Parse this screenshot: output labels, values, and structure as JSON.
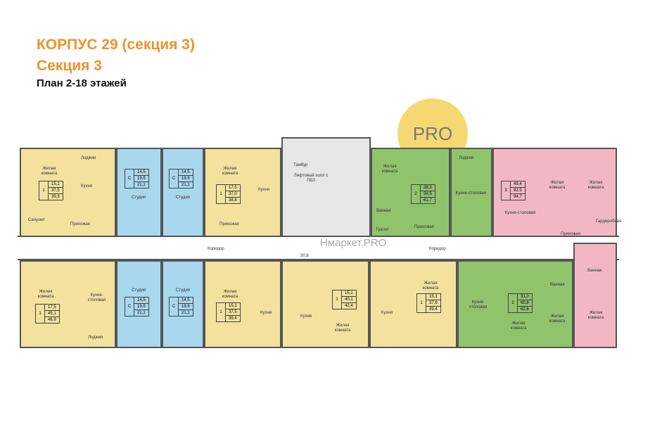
{
  "header": {
    "title": "КОРПУС 29 (секция 3)",
    "section": "Секция 3",
    "plan": "План 2-18 этажей"
  },
  "watermark": {
    "badge": "PRO",
    "text": "Нмаркет.PRO"
  },
  "colors": {
    "title": "#f0912c",
    "one_room": "#f3e29e",
    "studio": "#a8d7ee",
    "two_room": "#8fc46c",
    "three_room": "#f2b7c5"
  },
  "core": {
    "tambur": "Тамбур",
    "lift_hall": "Лифтовый холл с ПБЗ",
    "corridor": "Коридор",
    "corridor_area": "30,8"
  },
  "units": [
    {
      "rooms": "1",
      "living": "15,1",
      "total": "37,5",
      "full": "39,3",
      "label": "Жилая комната"
    },
    {
      "rooms": "С",
      "living": "14,5",
      "total": "19,9",
      "full": "21,1",
      "label": "Студия"
    },
    {
      "rooms": "С",
      "living": "14,5",
      "total": "19,9",
      "full": "21,1",
      "label": "Студия"
    },
    {
      "rooms": "1",
      "living": "17,5",
      "total": "37,0",
      "full": "38,8",
      "label": "Жилая комната"
    },
    {
      "rooms": "2",
      "living": "28,3",
      "total": "59,5",
      "full": "61,7",
      "label": "Жилая комната"
    },
    {
      "rooms": "3",
      "living": "49,4",
      "total": "92,5",
      "full": "94,7",
      "label": "Кухня-столовая"
    },
    {
      "rooms": "1",
      "living": "17,5",
      "total": "45,1",
      "full": "46,9",
      "label": "Жилая комната"
    },
    {
      "rooms": "С",
      "living": "14,5",
      "total": "19,9",
      "full": "21,1",
      "label": "Студия"
    },
    {
      "rooms": "С",
      "living": "14,5",
      "total": "19,9",
      "full": "21,1",
      "label": "Студия"
    },
    {
      "rooms": "1",
      "living": "15,1",
      "total": "37,5",
      "full": "39,4",
      "label": "Жилая комната"
    },
    {
      "rooms": "1",
      "living": "15,1",
      "total": "40,1",
      "full": "42,4",
      "label": "Жилая комната"
    },
    {
      "rooms": "1",
      "living": "15,1",
      "total": "37,6",
      "full": "39,4",
      "label": "Жилая комната"
    },
    {
      "rooms": "2",
      "living": "31,0",
      "total": "60,8",
      "full": "62,6",
      "label": "Жилая комната"
    }
  ],
  "rooms": {
    "kitchen": "Кухня",
    "loggia": "Лоджия",
    "hall": "Прихожая",
    "bath": "Санузел",
    "bathroom": "Ванная",
    "toilet": "Туалет",
    "kitchen_dining": "Кухня-столовая",
    "living": "Жилая комната",
    "wardrobe": "Гардеробная"
  }
}
